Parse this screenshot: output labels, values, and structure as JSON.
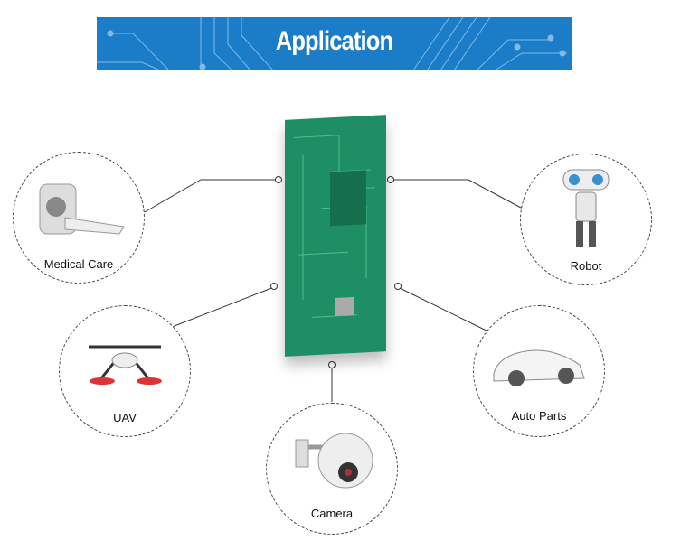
{
  "banner": {
    "title": "Application"
  },
  "applications": [
    {
      "label": "Medical Care"
    },
    {
      "label": "Robot"
    },
    {
      "label": "UAV"
    },
    {
      "label": "Auto Parts"
    },
    {
      "label": "Camera"
    }
  ]
}
